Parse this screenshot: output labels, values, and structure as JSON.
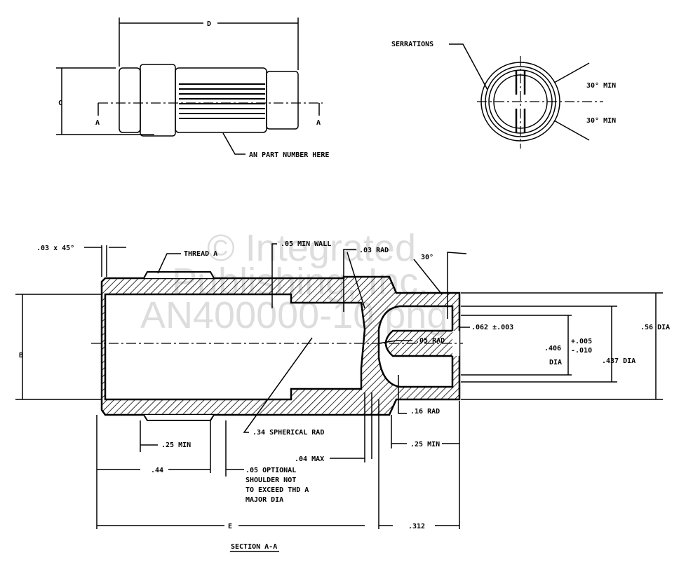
{
  "drawing": {
    "top_view": {
      "dim_d": "D",
      "dim_c": "C",
      "section_mark_left": "A",
      "section_mark_right": "A",
      "part_number_note": "AN PART NUMBER HERE"
    },
    "end_view": {
      "serrations": "SERRATIONS",
      "angle_top": "30° MIN",
      "angle_bottom": "30° MIN"
    },
    "section": {
      "chamfer": ".03 x 45°",
      "thread": "THREAD A",
      "min_wall": ".05 MIN WALL",
      "rad_03": ".03 RAD",
      "angle_30": "30°",
      "slot_width": ".062 ±.003",
      "dia_56": ".56 DIA",
      "dia_406": ".406",
      "dia_406_tol_plus": "+.005",
      "dia_406_tol_minus": "-.010",
      "dia_406_suffix": "DIA",
      "dia_437": ".437 DIA",
      "rad_05": ".05 RAD",
      "dim_b": "B",
      "rad_16": ".16 RAD",
      "spherical_rad": ".34 SPHERICAL RAD",
      "min_25_left": ".25 MIN",
      "min_25_right": ".25 MIN",
      "max_04": ".04 MAX",
      "dim_44": ".44",
      "shoulder_note": [
        ".05 OPTIONAL",
        "SHOULDER NOT",
        "TO EXCEED THD A",
        "MAJOR DIA"
      ],
      "dim_e": "E",
      "dim_312": ".312",
      "title": "SECTION A-A"
    },
    "watermark": [
      "© Integrated",
      "Publishing, Inc.",
      "AN400000-10.png"
    ]
  }
}
